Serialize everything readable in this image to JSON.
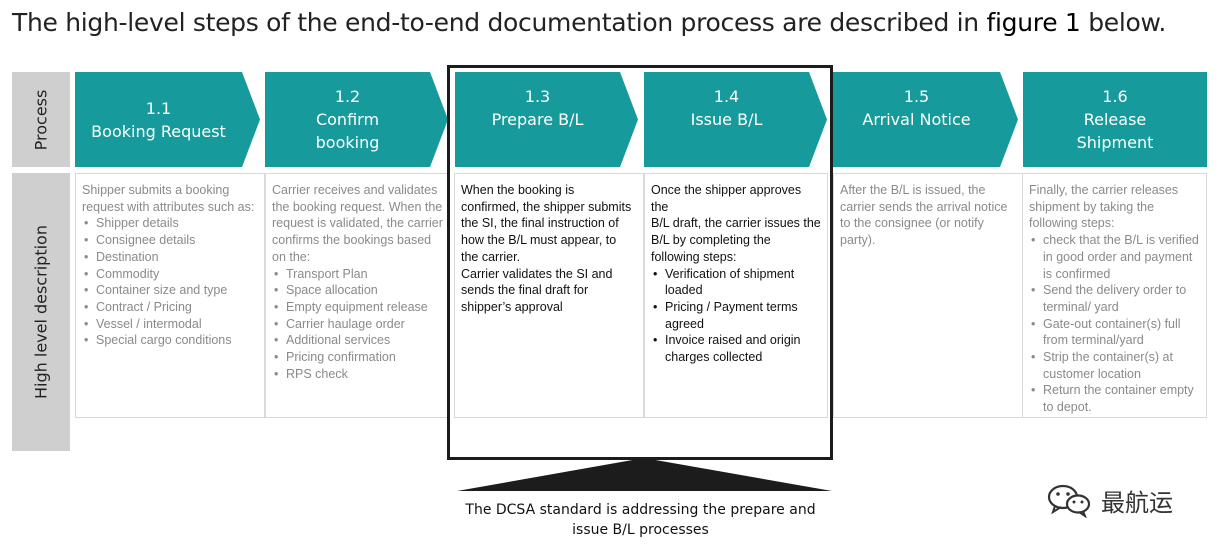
{
  "heading": {
    "prefix": "The high-level steps of the end-to-end documentation process are described in ",
    "link": "figure 1",
    "suffix": " below."
  },
  "row_labels": {
    "process": "Process",
    "description": "High level description"
  },
  "steps": [
    {
      "number": "1.1",
      "title_lines": [
        "Booking Request"
      ],
      "desc_intro": [
        "Shipper submits a booking",
        "request with attributes such as:"
      ],
      "bullets": [
        "Shipper details",
        "Consignee details",
        "Destination",
        "Commodity",
        "Container size and type",
        "Contract / Pricing",
        "Vessel / intermodal",
        "Special cargo conditions"
      ]
    },
    {
      "number": "1.2",
      "title_lines": [
        "Confirm",
        "booking"
      ],
      "desc_intro": [
        "Carrier receives and validates",
        "the booking request. When the",
        "request is validated, the carrier",
        "confirms the bookings based",
        "on the:"
      ],
      "bullets": [
        "Transport Plan",
        "Space allocation",
        "Empty equipment release",
        "Carrier haulage order",
        "Additional services",
        "Pricing confirmation",
        "RPS check"
      ]
    },
    {
      "number": "1.3",
      "title_lines": [
        "Prepare B/L"
      ],
      "desc_intro": [
        "When the booking is",
        "confirmed, the shipper submits",
        "the SI, the final instruction of",
        "how the B/L must appear, to",
        "the carrier.",
        "Carrier validates the SI and",
        "sends the final draft for",
        "shipper’s approval"
      ],
      "bullets": []
    },
    {
      "number": "1.4",
      "title_lines": [
        "Issue B/L"
      ],
      "desc_intro": [
        "Once the shipper approves the",
        "B/L draft, the carrier issues the",
        "B/L by completing the",
        "following steps:"
      ],
      "bullets": [
        "Verification of  shipment loaded",
        "Pricing / Payment terms agreed",
        "Invoice raised and origin charges collected"
      ]
    },
    {
      "number": "1.5",
      "title_lines": [
        "Arrival Notice"
      ],
      "desc_intro": [
        "After the B/L is issued, the",
        "carrier sends the arrival notice",
        "to the consignee (or notify",
        "party)."
      ],
      "bullets": []
    },
    {
      "number": "1.6",
      "title_lines": [
        "Release",
        "Shipment"
      ],
      "desc_intro": [
        "Finally, the carrier releases",
        "shipment by taking the",
        "following steps:"
      ],
      "bullets": [
        "check that the B/L is verified in good order and payment is confirmed",
        "Send the delivery order to terminal/ yard",
        "Gate-out container(s) full from terminal/yard",
        "Strip the container(s) at customer location",
        "Return the container empty to depot."
      ]
    }
  ],
  "callout": {
    "line1": "The DCSA standard is addressing the prepare and",
    "line2": "issue B/L processes"
  },
  "watermark": {
    "text": "最航运",
    "icon": "wechat-icon"
  },
  "colors": {
    "teal": "#169a9b",
    "label_gray": "#cfcfcf",
    "frame": "#1c1c1c"
  }
}
